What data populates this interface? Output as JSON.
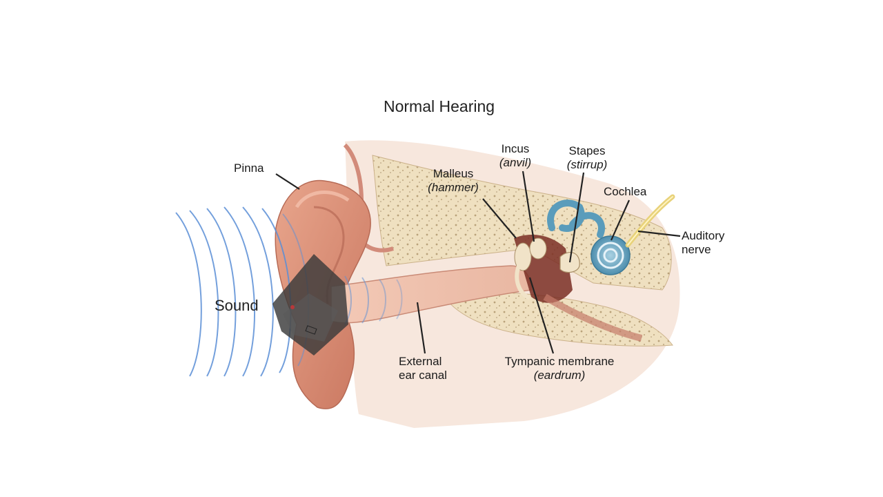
{
  "title": "Normal Hearing",
  "labels": {
    "pinna": "Pinna",
    "sound": "Sound",
    "malleus": "Malleus",
    "malleus_common": "(hammer)",
    "incus": "Incus",
    "incus_common": "(anvil)",
    "stapes": "Stapes",
    "stapes_common": "(stirrup)",
    "cochlea": "Cochlea",
    "auditory_line1": "Auditory",
    "auditory_line2": "nerve",
    "canal_line1": "External",
    "canal_line2": "ear canal",
    "tympanic": "Tympanic membrane",
    "tympanic_common": "(eardrum)"
  },
  "colors": {
    "sound_wave": "#5b8fd6",
    "ear_skin": "#d98e74",
    "ear_shadow": "#b66a55",
    "bone": "#eedcb8",
    "bone_dots": "#b9a27a",
    "cochlea": "#6fa8c4",
    "nerve": "#e8d27a",
    "leader_line": "#222222"
  }
}
